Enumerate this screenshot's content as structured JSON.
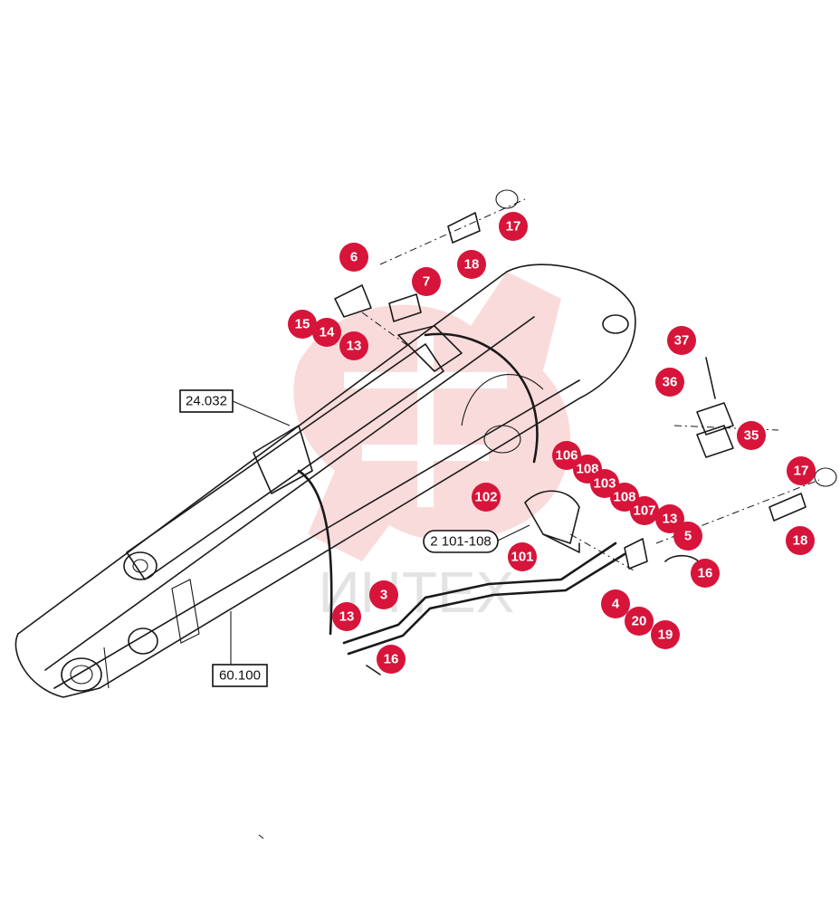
{
  "colors": {
    "callout": "#d7143a",
    "line": "#1a1a1a",
    "watermark": "#e88080"
  },
  "watermark": {
    "text": "ИНТЕХ"
  },
  "callouts": [
    "17",
    "18",
    "6",
    "7",
    "15",
    "14",
    "13",
    "37",
    "36",
    "35",
    "106",
    "108",
    "103",
    "102",
    "108",
    "107",
    "13",
    "5",
    "17",
    "2 101-108",
    "101",
    "16",
    "18",
    "3",
    "4",
    "13",
    "20",
    "19",
    "16",
    "24.032",
    "60.100"
  ],
  "refs": [
    "2 101-108",
    "24.032",
    "60.100"
  ]
}
